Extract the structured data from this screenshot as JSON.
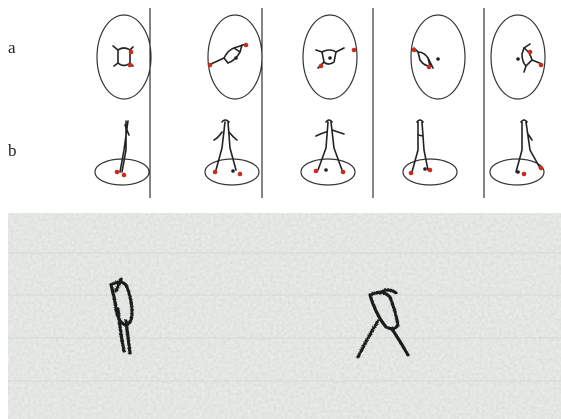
{
  "figure": {
    "row_labels": [
      "a",
      "b"
    ],
    "panel_count": 5,
    "colors": {
      "outline": "#333333",
      "stroke": "#222222",
      "marker_red": "#cc2a1a",
      "marker_dark": "#222222",
      "paper": "#dfe2df"
    },
    "bottom_frames": 2
  }
}
